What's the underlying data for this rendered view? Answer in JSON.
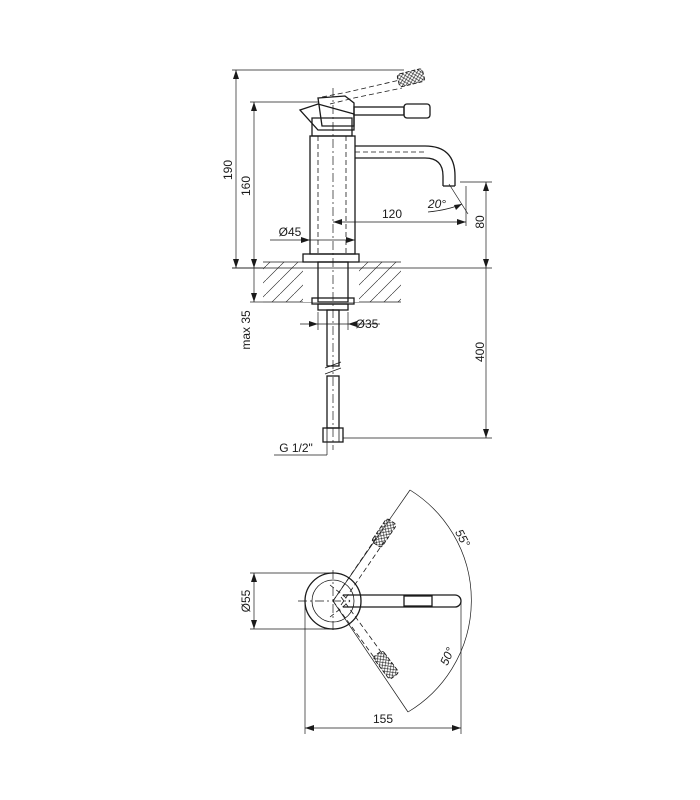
{
  "dimensions": {
    "height_total": "190",
    "height_body": "160",
    "spout_reach": "120",
    "spout_angle": "20°",
    "spout_height": "80",
    "body_diameter": "Ø45",
    "shank_diameter": "Ø35",
    "max_thickness": "max 35",
    "hose_length": "400",
    "connection": "G 1/2\"",
    "base_diameter": "Ø55",
    "lever_angle_top": "55°",
    "lever_angle_bottom": "50°",
    "plan_length": "155"
  }
}
